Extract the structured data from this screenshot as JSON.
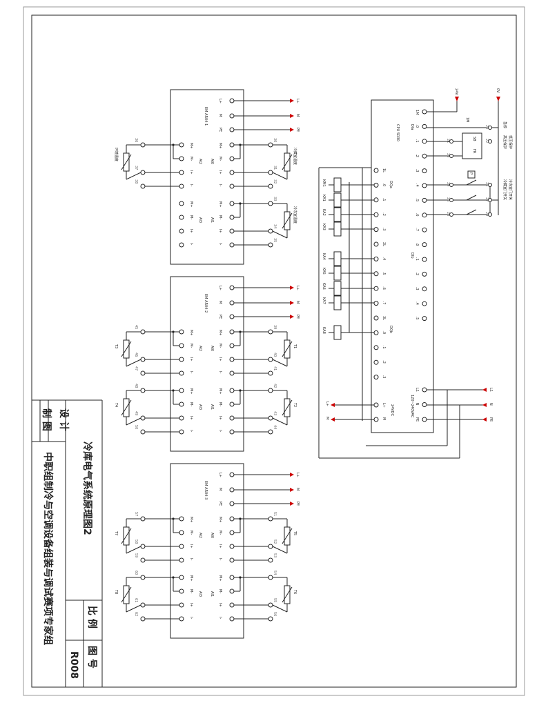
{
  "title_block": {
    "designer_label": "设 计",
    "drafter_label": "制 图",
    "drawing_title": "冷库电气系统原理图2",
    "organization": "中职组制冷与空调设备组装与调试赛项专家组",
    "scale_label": "比 例",
    "drawing_no_label": "图 号",
    "drawing_no": "R008"
  },
  "modules": [
    {
      "name": "EM AR04-1",
      "supply": [
        "L+",
        "M",
        "PE"
      ],
      "channels": [
        {
          "ch": "AI0",
          "pins": [
            "30",
            "31",
            "32"
          ],
          "sensor": "",
          "note": "冷藏室温度"
        },
        {
          "ch": "AI1",
          "pins": [
            "33",
            "34",
            "35"
          ],
          "sensor": "",
          "note": "冷冻室温度"
        },
        {
          "ch": "AI2",
          "pins": [
            "36",
            "37",
            "38"
          ],
          "sensor": "",
          "note": "环境温度"
        },
        {
          "ch": "AI3",
          "pins": [
            "",
            "",
            ""
          ],
          "sensor": "",
          "note": ""
        }
      ]
    },
    {
      "name": "EM AR04-2",
      "supply": [
        "L+",
        "M",
        "PE"
      ],
      "channels": [
        {
          "ch": "AI0",
          "pins": [
            "39",
            "40",
            "41"
          ],
          "sensor": "T1",
          "note": ""
        },
        {
          "ch": "AI1",
          "pins": [
            "42",
            "43",
            "44"
          ],
          "sensor": "T2",
          "note": ""
        },
        {
          "ch": "AI2",
          "pins": [
            "45",
            "46",
            "47",
            "48"
          ],
          "sensor": "T3",
          "note": ""
        },
        {
          "ch": "AI3",
          "pins": [
            "48",
            "49",
            "50"
          ],
          "sensor": "T4",
          "note": ""
        }
      ]
    },
    {
      "name": "EM AR04-3",
      "supply": [
        "L+",
        "M",
        "PE"
      ],
      "channels": [
        {
          "ch": "AI0",
          "pins": [
            "51",
            "52",
            "53"
          ],
          "sensor": "T5",
          "note": ""
        },
        {
          "ch": "AI1",
          "pins": [
            "54",
            "55",
            "56"
          ],
          "sensor": "T6",
          "note": ""
        },
        {
          "ch": "AI2",
          "pins": [
            "57",
            "58",
            "59"
          ],
          "sensor": "T7",
          "note": ""
        },
        {
          "ch": "AI3",
          "pins": [
            "60",
            "61",
            "62"
          ],
          "sensor": "T8",
          "note": ""
        }
      ]
    }
  ],
  "terminal_labels": [
    "M+",
    "M-",
    "I+",
    "I-"
  ],
  "cpu": {
    "name": "CPU SR30",
    "dia_label": "DIa",
    "dib_label": "DIb",
    "dqa_label": "DQa",
    "dqb_label": "DQb",
    "supply_label": "120~240VAC",
    "dc24_label": "24VDC",
    "inputs_a": [
      ".0",
      ".1",
      ".2",
      ".3",
      ".4",
      ".5",
      ".6",
      ".7"
    ],
    "inputs_b": [
      ".0",
      ".1",
      ".2",
      ".3",
      ".4",
      ".5"
    ],
    "outputs_a": [
      "1L",
      ".0",
      ".1",
      ".2",
      ".3",
      "2L",
      ".4",
      ".5",
      ".6",
      ".7"
    ],
    "outputs_b": [
      "3L",
      ".0",
      ".1",
      ".2",
      ".3"
    ],
    "relays": [
      "KM1",
      "KA1",
      "KA2",
      "KA3",
      "KA4",
      "KA5",
      "KA6",
      "KA7",
      "KA8"
    ],
    "power_in": [
      "L1",
      "N",
      "PE"
    ],
    "power_out": [
      "L+",
      "M"
    ],
    "top_supply": [
      "24V",
      "0V"
    ],
    "switch_pins": [
      "20",
      "21",
      "22",
      "23",
      "24",
      "25",
      "26",
      "27",
      "28",
      "29"
    ],
    "switch_notes": [
      "急停",
      "高压保护",
      "低压保护",
      "冷藏室门开关",
      "冷冻室门开关"
    ],
    "input_tags": [
      "1M",
      "SB",
      "FR",
      "P"
    ]
  }
}
